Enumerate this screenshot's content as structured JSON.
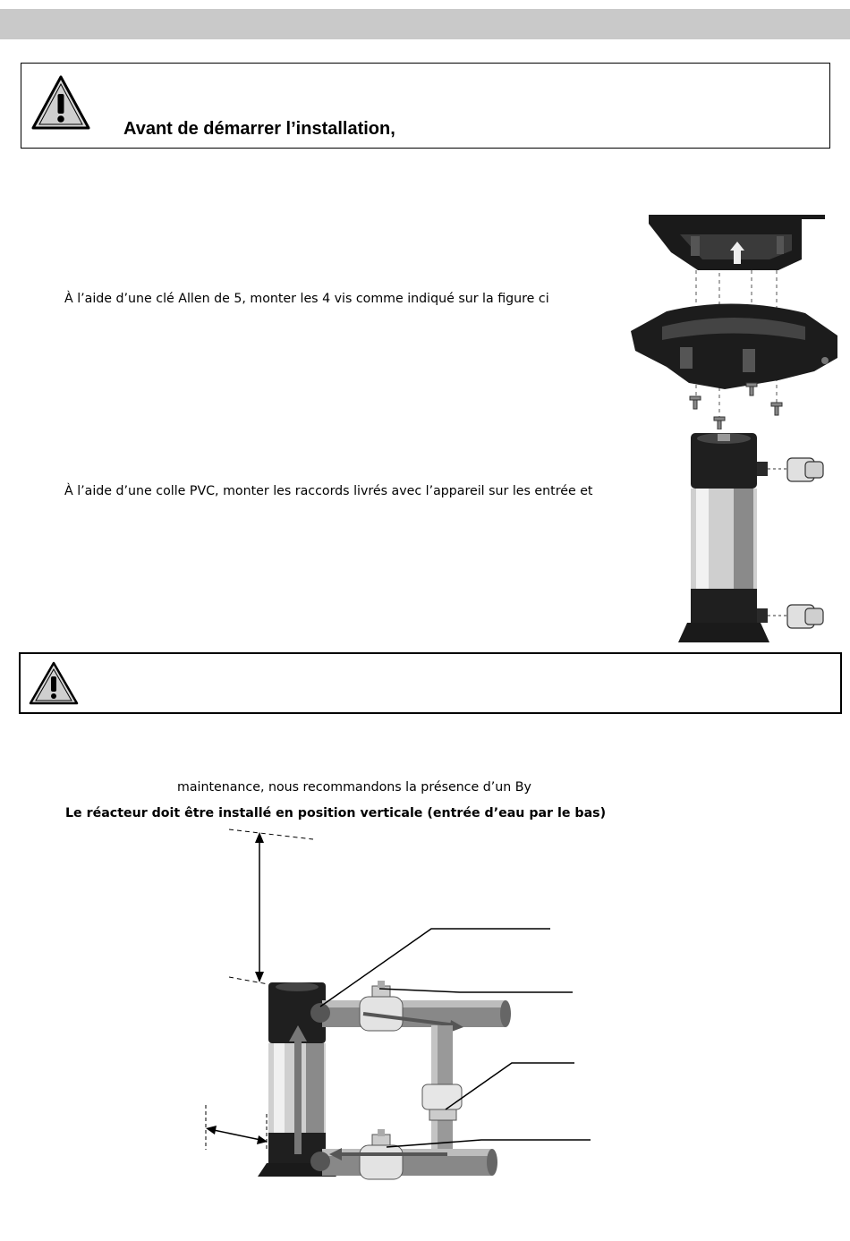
{
  "warning_box_1": {
    "icon": "warning-triangle-icon",
    "title": "Avant de démarrer l’installation,"
  },
  "step_screws": {
    "text": "À l’aide d’une clé Allen de 5, monter les 4 vis comme indiqué sur la figure ci"
  },
  "step_fittings": {
    "text": "À l’aide d’une colle PVC, monter les raccords livrés avec l’appareil sur les entrée et"
  },
  "warning_box_2": {
    "icon": "warning-triangle-icon"
  },
  "bypass_section": {
    "line_1": "maintenance, nous recommandons la présence d’un By",
    "line_2": "Le réacteur doit être installé en position verticale (entrée d’eau par le bas)"
  }
}
